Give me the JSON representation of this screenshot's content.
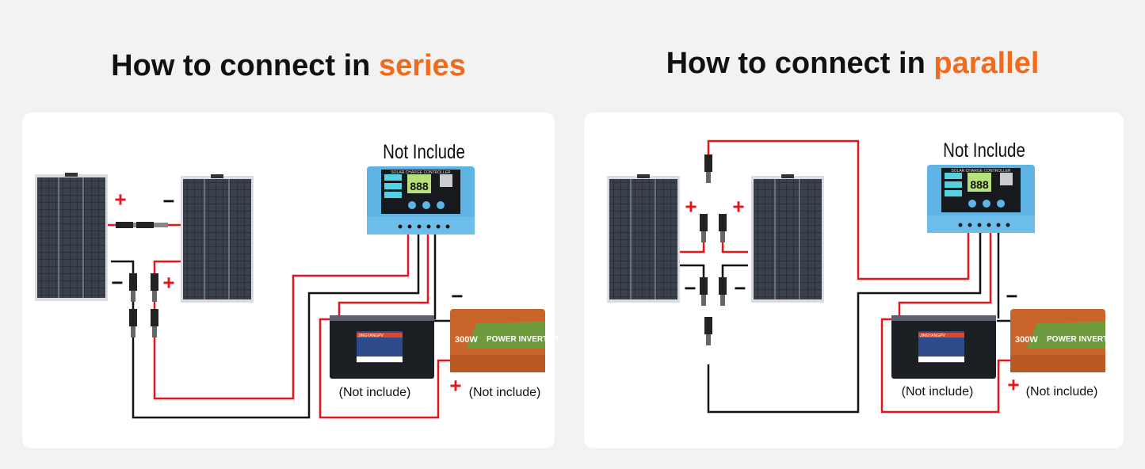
{
  "series": {
    "title_prefix": "How to connect in ",
    "title_accent": "series",
    "controller_label": "Not Include",
    "battery_label": "(Not include)",
    "inverter_label": "(Not include)",
    "signs": {
      "panel1_top": "+",
      "panel2_top": "−",
      "panel1_bottom": "−",
      "panel2_bottom": "+",
      "inverter_neg": "−",
      "inverter_pos": "+"
    }
  },
  "parallel": {
    "title_prefix": "How to connect in ",
    "title_accent": "parallel",
    "controller_label": "Not Include",
    "battery_label": "(Not include)",
    "inverter_label": "(Not include)",
    "signs": {
      "top_left": "+",
      "top_right": "+",
      "bottom_left": "−",
      "bottom_right": "−",
      "inverter_neg": "−",
      "inverter_pos": "+"
    }
  },
  "device_text": {
    "controller_header": "SOLAR CHARGE CONTROLLER",
    "controller_display": "888",
    "inverter_power": "300W",
    "inverter_name": "POWER INVERTER",
    "battery_brand": "JINGYANGPV"
  },
  "colors": {
    "accent": "#f26a1b",
    "positive_wire": "#e8141b",
    "negative_wire": "#111111",
    "controller": "#5fb4e6",
    "inverter": "#c9642a",
    "inverter_band": "#6d9a3c"
  }
}
